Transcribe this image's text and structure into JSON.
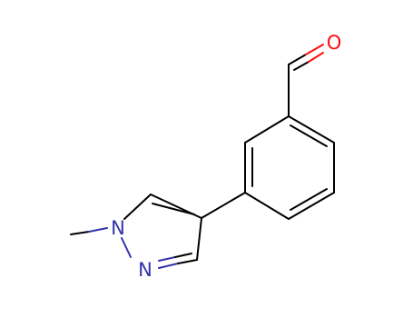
{
  "molecule": {
    "atoms": {
      "oxygen": {
        "symbol": "O",
        "color": "#ff0d0d"
      },
      "n1": {
        "symbol": "N",
        "color": "#3333aa"
      },
      "n2": {
        "symbol": "N",
        "color": "#3333aa"
      }
    },
    "colors": {
      "carbon_bond": "#000000",
      "nitrogen": "#3333aa",
      "oxygen": "#ff0d0d"
    }
  }
}
